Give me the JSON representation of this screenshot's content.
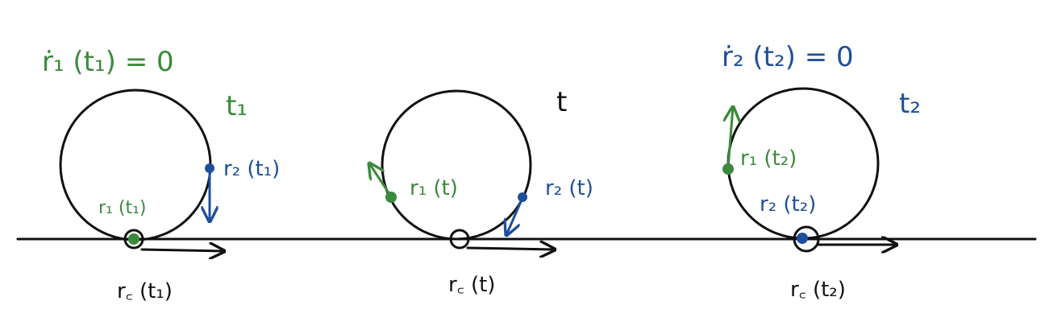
{
  "colors": {
    "ink": "#111111",
    "green": "#3a8a3c",
    "blue": "#1f4f9a"
  },
  "panels": [
    {
      "time_label": "t₁",
      "velocity_condition": "ṙ₁ (t₁) = 0",
      "r1_label": "r₁ (t₁)",
      "r2_label": "r₂ (t₁)",
      "rc_label": "r꜀ (t₁)"
    },
    {
      "time_label": "t",
      "r1_label": "r₁ (t)",
      "r2_label": "r₂ (t)",
      "rc_label": "r꜀ (t)"
    },
    {
      "time_label": "t₂",
      "velocity_condition": "ṙ₂ (t₂) = 0",
      "r1_label": "r₁ (t₂)",
      "r2_label": "r₂ (t₂)",
      "rc_label": "r꜀ (t₂)"
    }
  ]
}
